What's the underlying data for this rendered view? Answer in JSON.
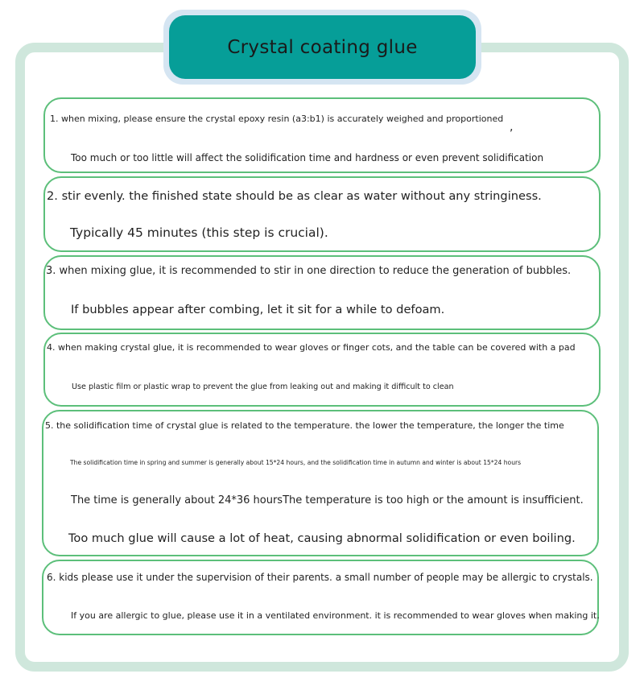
{
  "title": "Crystal coating glue",
  "items": [
    {
      "heading": "1. when mixing, please ensure the crystal epoxy resin (a3:b1) is accurately weighed and proportioned",
      "trailing": ",",
      "lines": [
        "Too much or too little will affect the solidification time and hardness or even prevent solidification"
      ]
    },
    {
      "heading": "2. stir evenly. the finished state should be as clear as water without any stringiness.",
      "lines": [
        "Typically 45 minutes (this step is crucial)."
      ]
    },
    {
      "heading": "3. when mixing glue, it is recommended to stir in one direction to reduce the generation of bubbles.",
      "lines": [
        "If bubbles appear after combing, let it sit for a while to defoam."
      ]
    },
    {
      "heading": "4. when making crystal glue, it is recommended to wear gloves or finger cots, and the table can be covered with a pad",
      "lines": [
        "Use plastic film or plastic wrap to prevent the glue from leaking out and making it difficult to clean"
      ]
    },
    {
      "heading": "5. the solidification time of crystal glue is related to the temperature. the lower the temperature, the longer the time",
      "lines": [
        "The solidification time in spring and summer is generally about 15*24 hours, and the solidification time in autumn and winter is about 15*24 hours",
        "The time is generally about 24*36 hoursThe temperature is too high or the amount is insufficient.",
        "Too much glue will cause a lot of heat, causing abnormal solidification or even boiling."
      ]
    },
    {
      "heading": "6. kids please use it under the supervision of their parents. a small number of people may be allergic to crystals.",
      "lines": [
        "If you are allergic to glue, please use it in a ventilated environment. it is recommended to wear gloves when making it."
      ]
    }
  ]
}
